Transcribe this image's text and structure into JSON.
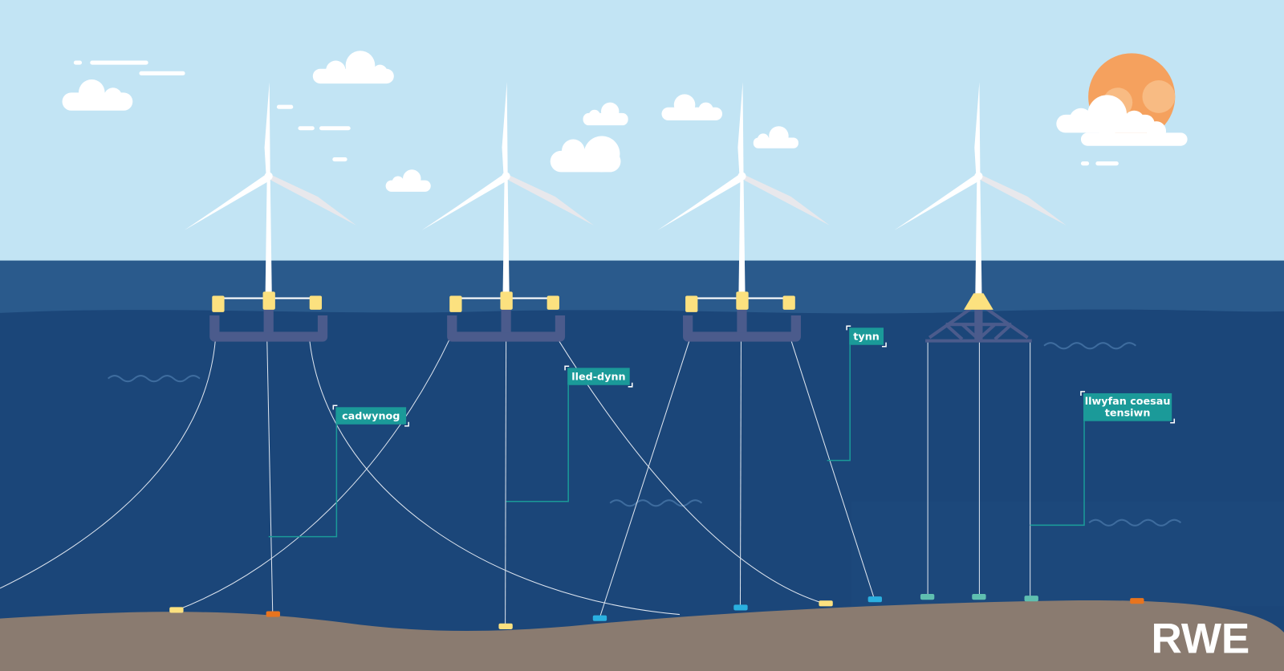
{
  "labels": {
    "catenary": "cadwynog",
    "semi_taut": "lled-dynn",
    "taut": "tynn",
    "tlp_line1": "llwyfan coesau",
    "tlp_line2": "tensiwn"
  },
  "logo": "RWE",
  "colors": {
    "sky": "#c2e4f4",
    "sea_surface": "#2a5a8c",
    "sea_deep": "#1b4679",
    "seabed": "#8a7b70",
    "label": "#1b9a99",
    "float": "#fce17f",
    "structure": "#4b5b8c",
    "sun": "#f5a15e"
  }
}
